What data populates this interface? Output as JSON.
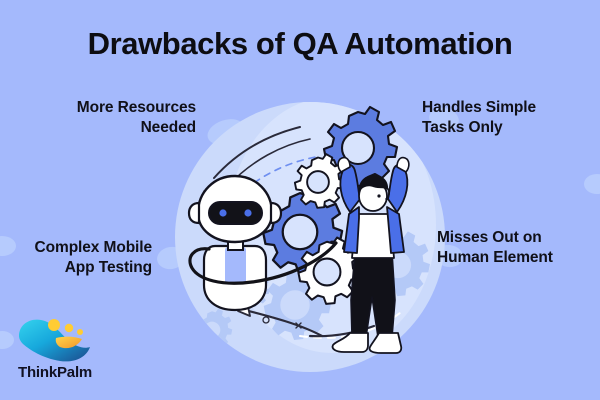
{
  "poster": {
    "title": "Drawbacks of QA Automation",
    "background_color": "#a4b9fc",
    "title_color": "#0d0d12"
  },
  "callouts": [
    {
      "id": "more-resources",
      "text": "More Resources\nNeeded",
      "align": "right"
    },
    {
      "id": "handles-simple",
      "text": "Handles Simple\nTasks Only",
      "align": "left"
    },
    {
      "id": "complex-mobile",
      "text": "Complex Mobile\nApp Testing",
      "align": "right"
    },
    {
      "id": "misses-out",
      "text": "Misses Out on\nHuman Element",
      "align": "left"
    }
  ],
  "logo": {
    "name": "ThinkPalm",
    "colors": {
      "swoosh_light": "#2fc6e8",
      "swoosh_dark": "#1d4f8f",
      "accent_yellow": "#ffcc33",
      "accent_orange": "#f5a623"
    }
  },
  "illustration": {
    "scene_circle_color": "#cbdafb",
    "characters": [
      {
        "name": "robot-mascot",
        "description": "white robot with dark visor and blue eyes"
      },
      {
        "name": "person-lifting-gear",
        "description": "person in blue jacket lifting a gear overhead"
      }
    ],
    "gears": [
      {
        "name": "gear-top-blue",
        "color": "#5c7ce0",
        "size": "large"
      },
      {
        "name": "gear-mid-blue",
        "color": "#5c7ce0",
        "size": "large"
      },
      {
        "name": "gear-small-white",
        "color": "#ffffff",
        "size": "medium"
      },
      {
        "name": "gear-lower-white",
        "color": "#ffffff",
        "size": "medium"
      },
      {
        "name": "gear-ghost-a",
        "color": "#b4c9f7",
        "size": "medium"
      },
      {
        "name": "gear-ghost-b",
        "color": "#b4c9f7",
        "size": "large"
      },
      {
        "name": "gear-ghost-c",
        "color": "#b4c9f7",
        "size": "small"
      }
    ],
    "accent_colors": {
      "gear_blue": "#5c7ce0",
      "jacket_blue": "#4a6fe8",
      "outline": "#13131f",
      "ghost_gear": "#b4c9f7",
      "blob": "#b9cdfd"
    }
  }
}
